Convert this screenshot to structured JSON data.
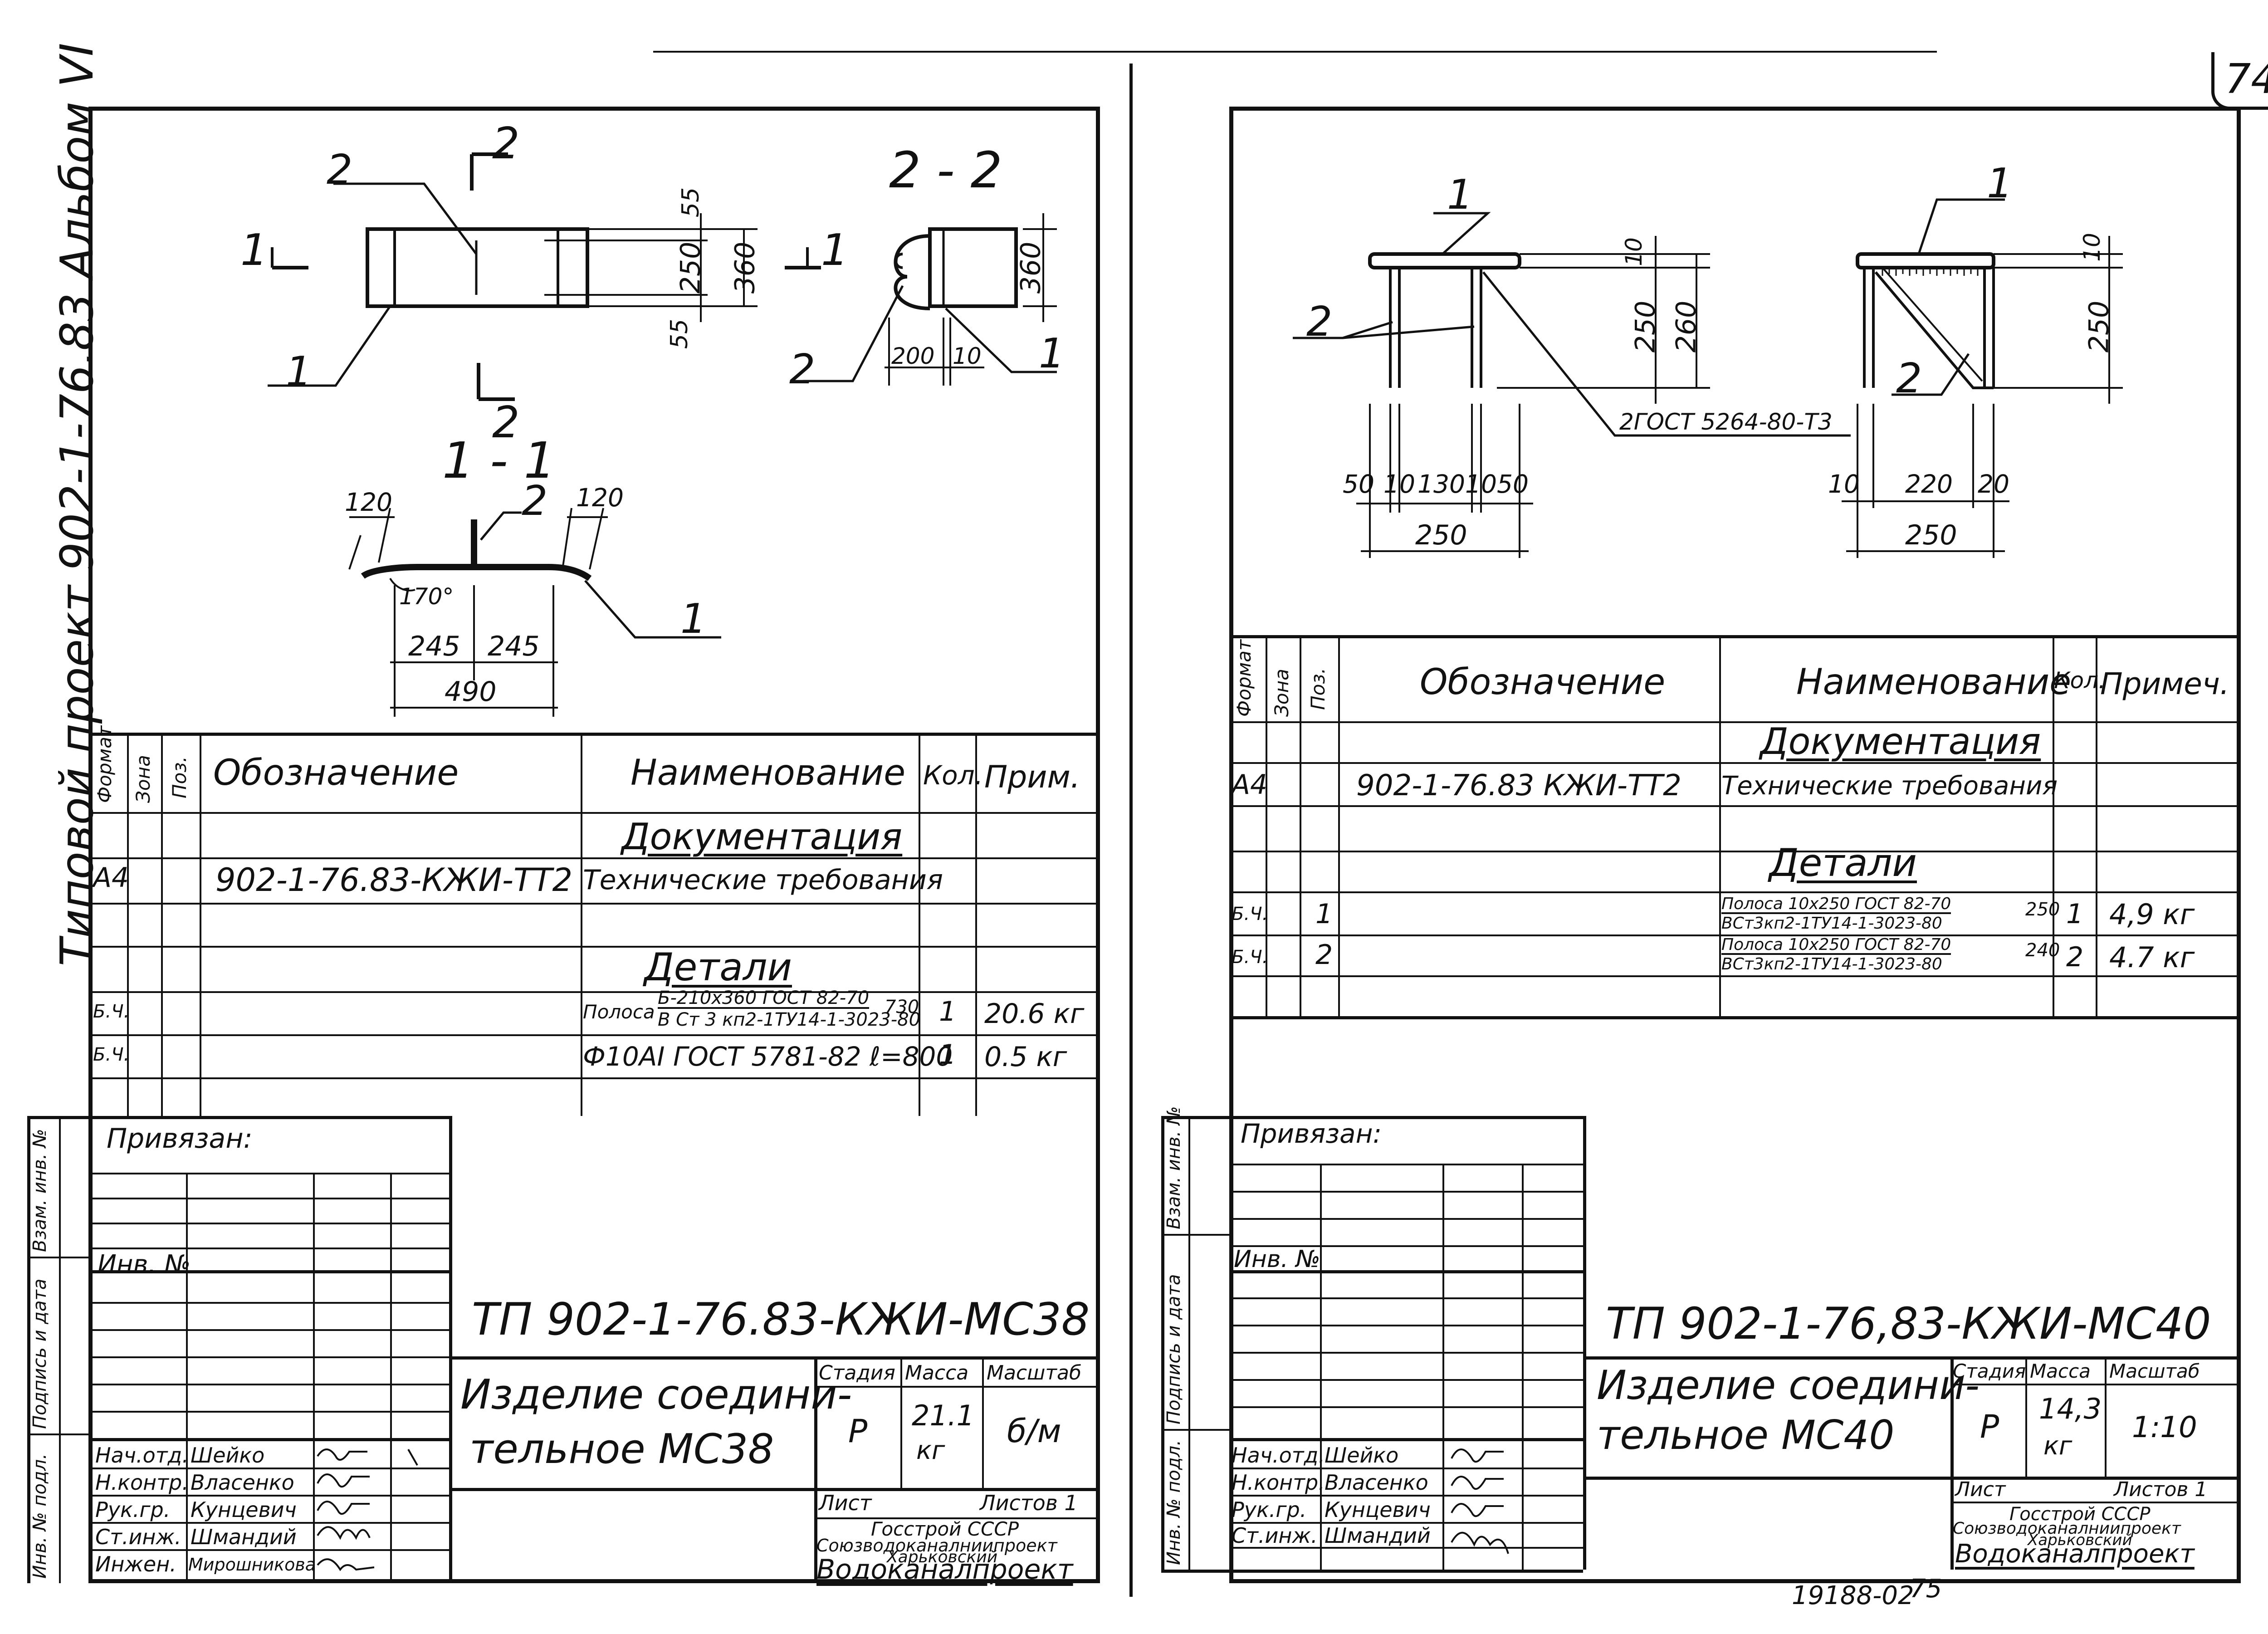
{
  "page_number": "74",
  "album_side_label": "Типовой проект 902-1-76.83 Альбом VI",
  "bottom_codes": {
    "inventory": "19188-02",
    "next_page": "75"
  },
  "left_sheet": {
    "drawing": {
      "section_2_2": "2 - 2",
      "section_1_1": "1 - 1",
      "cut_marks": [
        "2",
        "2",
        "1",
        "1"
      ],
      "callouts": [
        "2",
        "1",
        "2",
        "1",
        "2",
        "1"
      ],
      "dims_front": [
        "55",
        "250",
        "360",
        "55"
      ],
      "dims_side": [
        "360",
        "200",
        "10"
      ],
      "dims_section": [
        "120",
        "120",
        "170°",
        "245",
        "245",
        "490"
      ]
    },
    "spec": {
      "headers": {
        "format": "Формат",
        "zone": "Зона",
        "pos": "Поз.",
        "designation": "Обозначение",
        "name": "Наименование",
        "qty": "Кол.",
        "note": "Прим."
      },
      "section_docs": "Документация",
      "section_parts": "Детали",
      "rows": [
        {
          "format": "А4",
          "pos": "",
          "designation": "902-1-76.83-КЖИ-ТТ2",
          "name": "Технические требования",
          "qty": "",
          "note": ""
        },
        {
          "format": "Б.Ч.",
          "pos": "",
          "designation": "",
          "name_prefix": "Полоса",
          "name_top": "Б-210х360 ГОСТ 82-70",
          "name_bottom": "В Ст 3 кп2-1ТУ14-1-3023-80",
          "name_suffix": "730",
          "qty": "1",
          "note": "20.6 кг"
        },
        {
          "format": "Б.Ч.",
          "pos": "",
          "designation": "",
          "name": "Ф10АI ГОСТ 5781-82 ℓ=800",
          "qty": "1",
          "note": "0.5 кг"
        }
      ]
    },
    "stamp": {
      "bound": "Привязан:",
      "inv_no": "Инв. №",
      "code": "ТП 902-1-76.83-КЖИ-МС38",
      "title_line1": "Изделие соедини-",
      "title_line2": "тельное МС38",
      "stage_label": "Стадия",
      "mass_label": "Масса",
      "scale_label": "Масштаб",
      "stage": "Р",
      "mass": "21.1",
      "mass_unit": "кг",
      "scale": "б/м",
      "sheet_label": "Лист",
      "sheets_label": "Листов 1",
      "org_line1": "Госстрой СССР",
      "org_line2": "Союзводоканалниипроект",
      "org_line3": "Харьковский",
      "org_line4": "Водоканалпроект",
      "people": [
        {
          "role": "Нач.отд.",
          "name": "Шейко"
        },
        {
          "role": "Н.контр.",
          "name": "Власенко"
        },
        {
          "role": "Рук.гр.",
          "name": "Кунцевич"
        },
        {
          "role": "Ст.инж.",
          "name": "Шмандий"
        },
        {
          "role": "Инжен.",
          "name": "Мирошникова"
        }
      ],
      "margin_labels": [
        "Взам. инв. №",
        "Подпись и дата",
        "Инв. № подл."
      ]
    }
  },
  "right_sheet": {
    "drawing": {
      "callouts": [
        "1",
        "2",
        "1",
        "2"
      ],
      "gost_note": "2ГОСТ 5264-80-Т3",
      "dims_front_v": [
        "10",
        "250",
        "260"
      ],
      "dims_front_h": [
        "50",
        "10",
        "130",
        "10",
        "50",
        "250"
      ],
      "dims_side_v": [
        "10",
        "250"
      ],
      "dims_side_h": [
        "10",
        "220",
        "20",
        "250"
      ]
    },
    "spec": {
      "headers": {
        "format": "Формат",
        "zone": "Зона",
        "pos": "Поз.",
        "designation": "Обозначение",
        "name": "Наименование",
        "qty": "Кол.",
        "note": "Примеч."
      },
      "section_docs": "Документация",
      "section_parts": "Детали",
      "rows": [
        {
          "format": "А4",
          "pos": "",
          "designation": "902-1-76.83 КЖИ-ТТ2",
          "name": "Технические требования",
          "qty": "",
          "note": ""
        },
        {
          "format": "Б.Ч.",
          "pos": "1",
          "name_top": "Полоса 10х250 ГОСТ 82-70",
          "name_bottom": "ВСт3кп2-1ТУ14-1-3023-80",
          "name_suffix": "250",
          "qty": "1",
          "note": "4,9 кг"
        },
        {
          "format": "Б.Ч.",
          "pos": "2",
          "name_top": "Полоса 10х250 ГОСТ 82-70",
          "name_bottom": "ВСт3кп2-1ТУ14-1-3023-80",
          "name_suffix": "240",
          "qty": "2",
          "note": "4.7 кг"
        }
      ]
    },
    "stamp": {
      "bound": "Привязан:",
      "inv_no": "Инв. №",
      "code": "ТП 902-1-76,83-КЖИ-МС40",
      "title_line1": "Изделие соедини-",
      "title_line2": "тельное МС40",
      "stage_label": "Стадия",
      "mass_label": "Масса",
      "scale_label": "Масштаб",
      "stage": "Р",
      "mass": "14,3",
      "mass_unit": "кг",
      "scale": "1:10",
      "sheet_label": "Лист",
      "sheets_label": "Листов 1",
      "org_line1": "Госстрой СССР",
      "org_line2": "Союзводоканалниипроект",
      "org_line3": "Харьковский",
      "org_line4": "Водоканалпроект",
      "people": [
        {
          "role": "Нач.отд.",
          "name": "Шейко"
        },
        {
          "role": "Н.контр.",
          "name": "Власенко"
        },
        {
          "role": "Рук.гр.",
          "name": "Кунцевич"
        },
        {
          "role": "Ст.инж.",
          "name": "Шмандий"
        }
      ],
      "margin_labels": [
        "Взам. инв. №",
        "Подпись и дата",
        "Инв. № подл."
      ]
    }
  }
}
